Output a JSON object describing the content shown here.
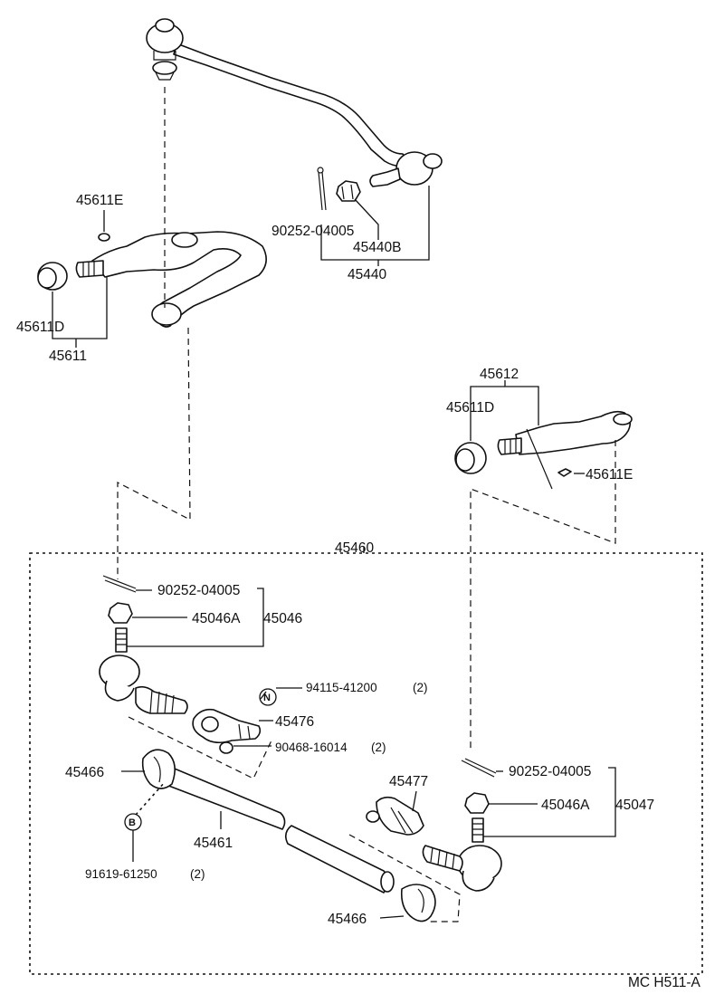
{
  "diagram_code": "MC H511-A",
  "colors": {
    "ink": "#111111",
    "background": "#ffffff"
  },
  "labels": {
    "p45611E_upper": "45611E",
    "p90252_upper": "90252-04005",
    "p45440B": "45440B",
    "p45440": "45440",
    "p45611D_upper": "45611D",
    "p45611": "45611",
    "p45612": "45612",
    "p45611D_right": "45611D",
    "p45611E_right": "45611E",
    "p45460": "45460",
    "p90252_a": "90252-04005",
    "p45046A_a": "45046A",
    "p45046": "45046",
    "p94115": "94115-41200",
    "p94115_qty": "(2)",
    "p45476": "45476",
    "p90468": "90468-16014",
    "p90468_qty": "(2)",
    "p45466_a": "45466",
    "p91619": "91619-61250",
    "p91619_qty": "(2)",
    "p45461": "45461",
    "p45477": "45477",
    "p90252_b": "90252-04005",
    "p45046A_b": "45046A",
    "p45047": "45047",
    "p45466_b": "45466",
    "marker_n": "N",
    "marker_b": "B"
  },
  "icons": [
    "drag-link-icon",
    "upper-arm-icon",
    "right-arm-icon",
    "tie-rod-end-icon",
    "nut-icon",
    "cotter-pin-icon",
    "clamp-icon",
    "tube-icon"
  ]
}
